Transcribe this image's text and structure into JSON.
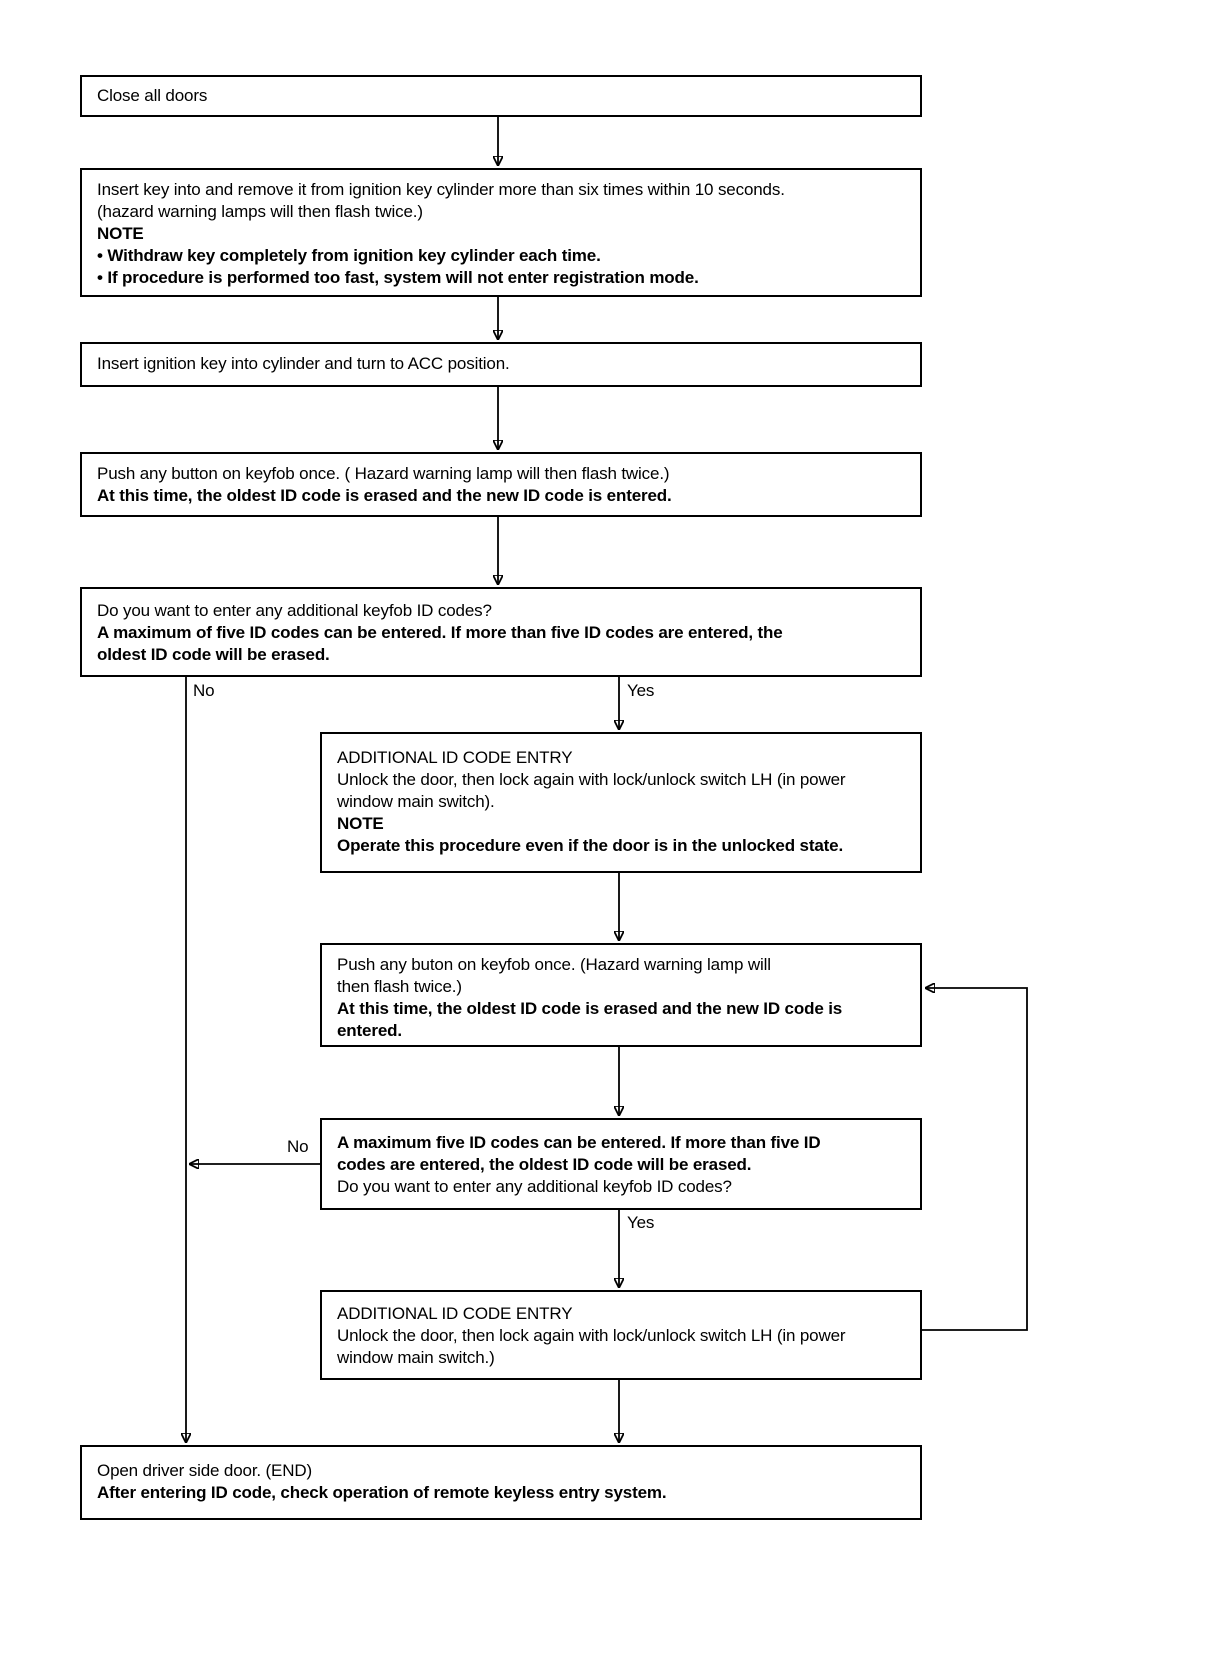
{
  "flow": {
    "colors": {
      "line": "#000000",
      "background": "#ffffff"
    },
    "boxes": [
      {
        "id": "close-all-doors",
        "lines": [
          {
            "text": "Close all doors",
            "bold": false
          }
        ]
      },
      {
        "id": "insert-remove-key",
        "lines": [
          {
            "text": "Insert key into and remove it from ignition key cylinder more than six times within 10 seconds.",
            "bold": false
          },
          {
            "text": "(hazard warning lamps will then flash twice.)",
            "bold": false
          },
          {
            "text": "NOTE",
            "bold": true
          },
          {
            "text": "• Withdraw key completely from ignition key cylinder each time.",
            "bold": true
          },
          {
            "text": "• If procedure is performed too fast, system will not enter registration mode.",
            "bold": true
          }
        ]
      },
      {
        "id": "turn-to-acc",
        "lines": [
          {
            "text": "Insert ignition key into cylinder and turn to ACC position.",
            "bold": false
          }
        ]
      },
      {
        "id": "push-keyfob-button",
        "lines": [
          {
            "text": "Push any button on keyfob once. ( Hazard warning lamp will then flash twice.)",
            "bold": false
          },
          {
            "text": "At this time, the oldest ID code is erased and the new ID code is entered.",
            "bold": true
          }
        ]
      },
      {
        "id": "additional-codes-question",
        "lines": [
          {
            "text": "Do you want to enter any additional keyfob ID codes?",
            "bold": false
          },
          {
            "text": "A maximum of five ID codes can be entered. If more than five ID codes are entered, the",
            "bold": true
          },
          {
            "text": "oldest ID code will be erased.",
            "bold": true
          }
        ]
      },
      {
        "id": "additional-id-code-entry-1",
        "lines": [
          {
            "text": "ADDITIONAL ID CODE ENTRY",
            "bold": false
          },
          {
            "text": "Unlock the door, then lock again with lock/unlock switch LH (in power",
            "bold": false
          },
          {
            "text": "window main switch).",
            "bold": false
          },
          {
            "text": "NOTE",
            "bold": true
          },
          {
            "text": "Operate this procedure even if the door is in the unlocked state.",
            "bold": true
          }
        ]
      },
      {
        "id": "push-keyfob-button-2",
        "lines": [
          {
            "text": "Push any buton on keyfob once. (Hazard warning lamp will",
            "bold": false
          },
          {
            "text": "then flash twice.)",
            "bold": false
          },
          {
            "text": "At this time, the oldest ID code is erased and the new ID code is",
            "bold": true
          },
          {
            "text": "entered.",
            "bold": true
          }
        ]
      },
      {
        "id": "additional-codes-question-2",
        "lines": [
          {
            "text": "A maximum five ID codes can be entered. If more than five ID",
            "bold": true
          },
          {
            "text": "codes are entered, the oldest ID code will be erased.",
            "bold": true
          },
          {
            "text": "Do you want to enter any additional keyfob ID codes?",
            "bold": false
          }
        ]
      },
      {
        "id": "additional-id-code-entry-2",
        "lines": [
          {
            "text": "ADDITIONAL ID CODE ENTRY",
            "bold": false
          },
          {
            "text": "Unlock the door, then lock again with lock/unlock switch LH (in power",
            "bold": false
          },
          {
            "text": "window main switch.)",
            "bold": false
          }
        ]
      },
      {
        "id": "open-driver-door-end",
        "lines": [
          {
            "text": "Open driver side door. (END)",
            "bold": false
          },
          {
            "text": "After entering ID code, check operation of remote keyless entry system.",
            "bold": true
          }
        ]
      }
    ],
    "branch_labels": [
      {
        "id": "no-1",
        "text": "No"
      },
      {
        "id": "yes-1",
        "text": "Yes"
      },
      {
        "id": "no-2",
        "text": "No"
      },
      {
        "id": "yes-2",
        "text": "Yes"
      }
    ]
  }
}
